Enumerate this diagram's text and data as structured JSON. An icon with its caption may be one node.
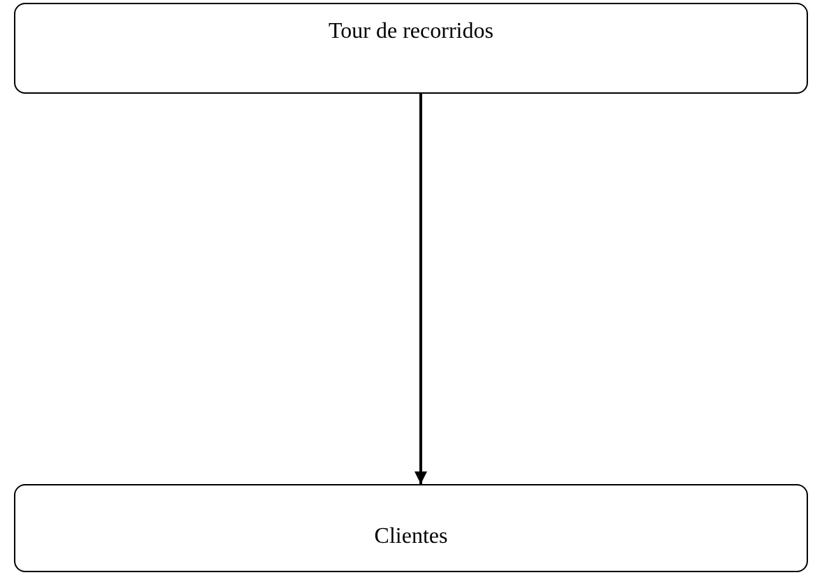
{
  "diagram": {
    "nodes": [
      {
        "text": [
          "Tour de recorridos"
        ]
      },
      {
        "text": [
          "Clientes"
        ]
      }
    ],
    "edges": [
      {
        "from": 0,
        "to": 1,
        "arrow": "to"
      }
    ]
  }
}
